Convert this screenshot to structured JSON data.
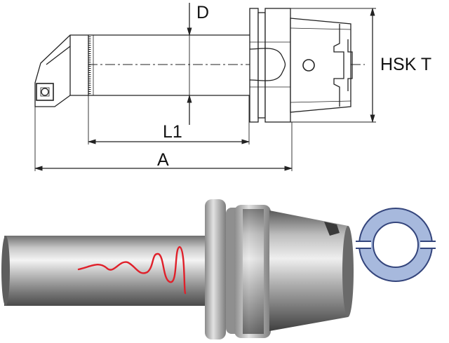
{
  "labels": {
    "d": "D",
    "hsk": "HSK T",
    "l1": "L1",
    "a": "A"
  },
  "colors": {
    "line": "#222222",
    "wave": "#e0202a",
    "sleeve_ring": "#a7b9dd",
    "sleeve_outline": "#34457c"
  },
  "icons": {
    "tool_drawing": "boring-bar-technical-drawing",
    "tool_render": "hsk-tool-holder-render",
    "vibration": "vibration-wave-icon",
    "sleeve": "split-sleeve-icon"
  }
}
